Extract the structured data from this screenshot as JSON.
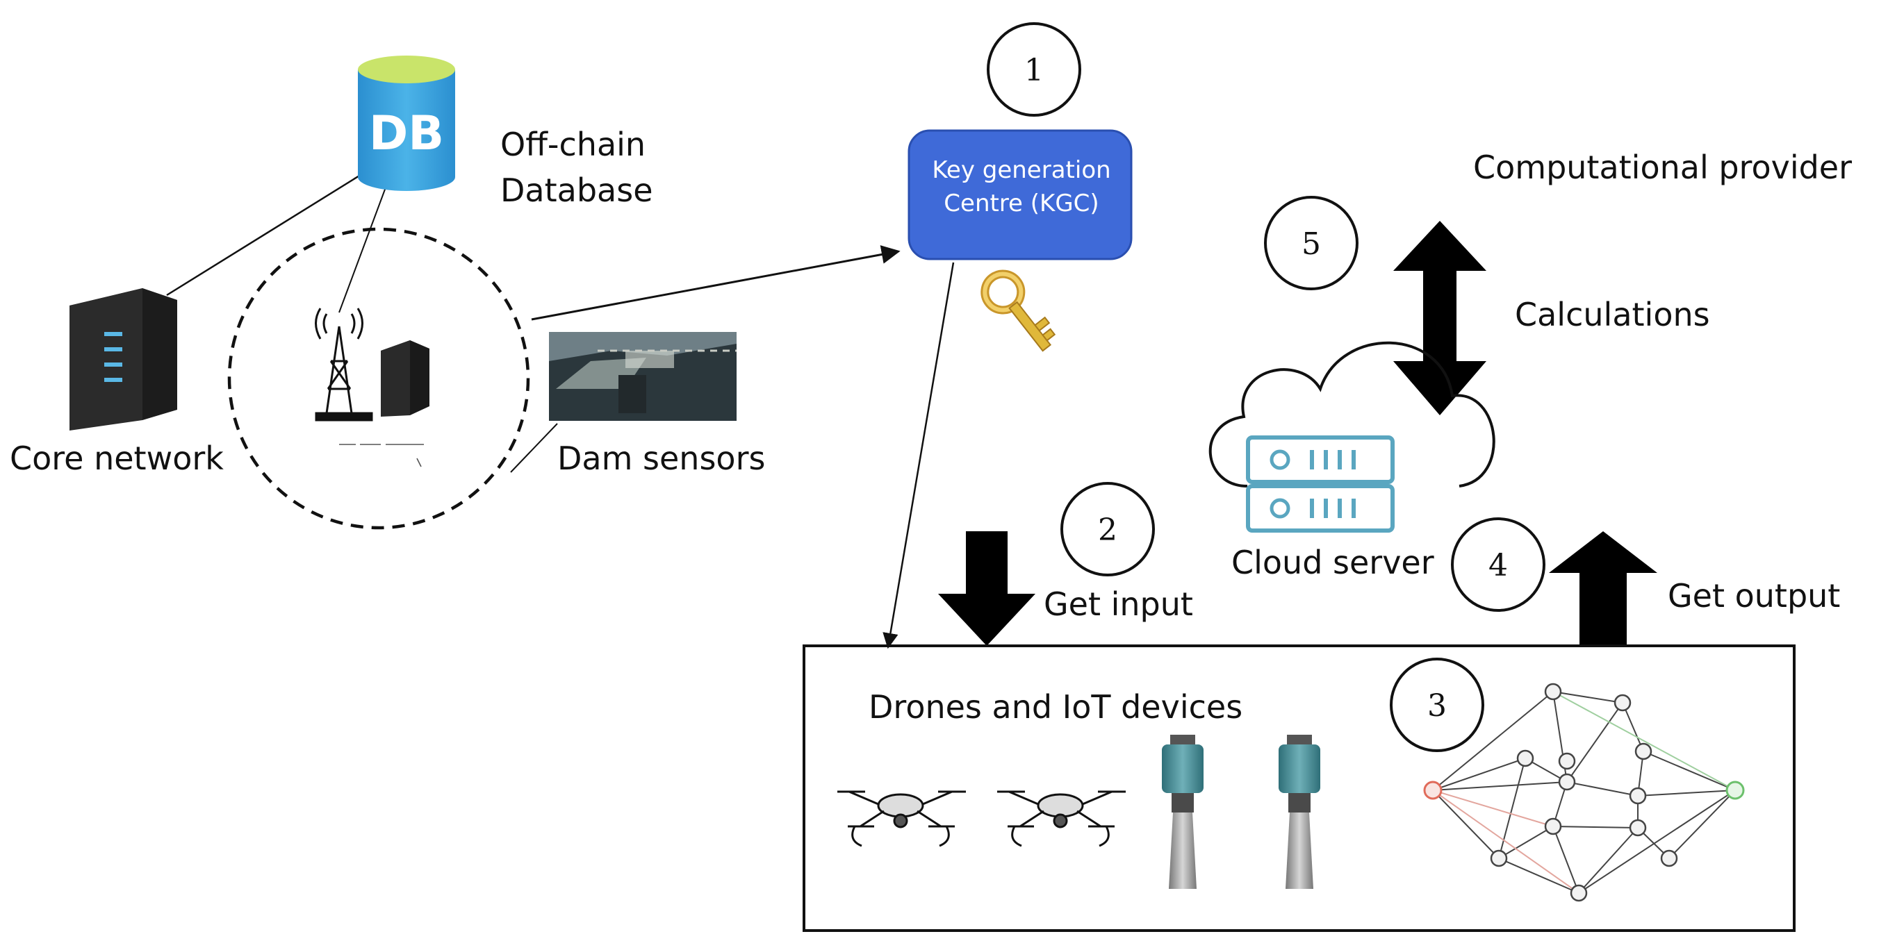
{
  "labels": {
    "db_icon_text": "DB",
    "offchain_db": [
      "Off-chain",
      "Database"
    ],
    "core_network": "Core network",
    "dam_sensors": "Dam sensors",
    "kgc": [
      "Key generation",
      "Centre (KGC)"
    ],
    "computational_provider": "Computational provider",
    "calculations": "Calculations",
    "cloud_server": "Cloud server",
    "get_input": "Get input",
    "get_output": "Get output",
    "drones_iot": "Drones and IoT devices"
  },
  "steps": [
    "1",
    "2",
    "3",
    "4",
    "5"
  ],
  "colors": {
    "kgc_box": "#3f6ad8",
    "db_blue": "#3aa0dc",
    "db_top": "#c9e46a",
    "cloud_server_icon": "#5aa6c0",
    "key_gold": "#e0b83a",
    "input_node": "#e06b5a",
    "output_node": "#6cc06c"
  },
  "icons": [
    "database-icon",
    "server-rack-icon",
    "cell-tower-icon",
    "key-icon",
    "cloud-server-icon",
    "drone-icon",
    "level-sensor-icon",
    "neural-network-icon"
  ]
}
